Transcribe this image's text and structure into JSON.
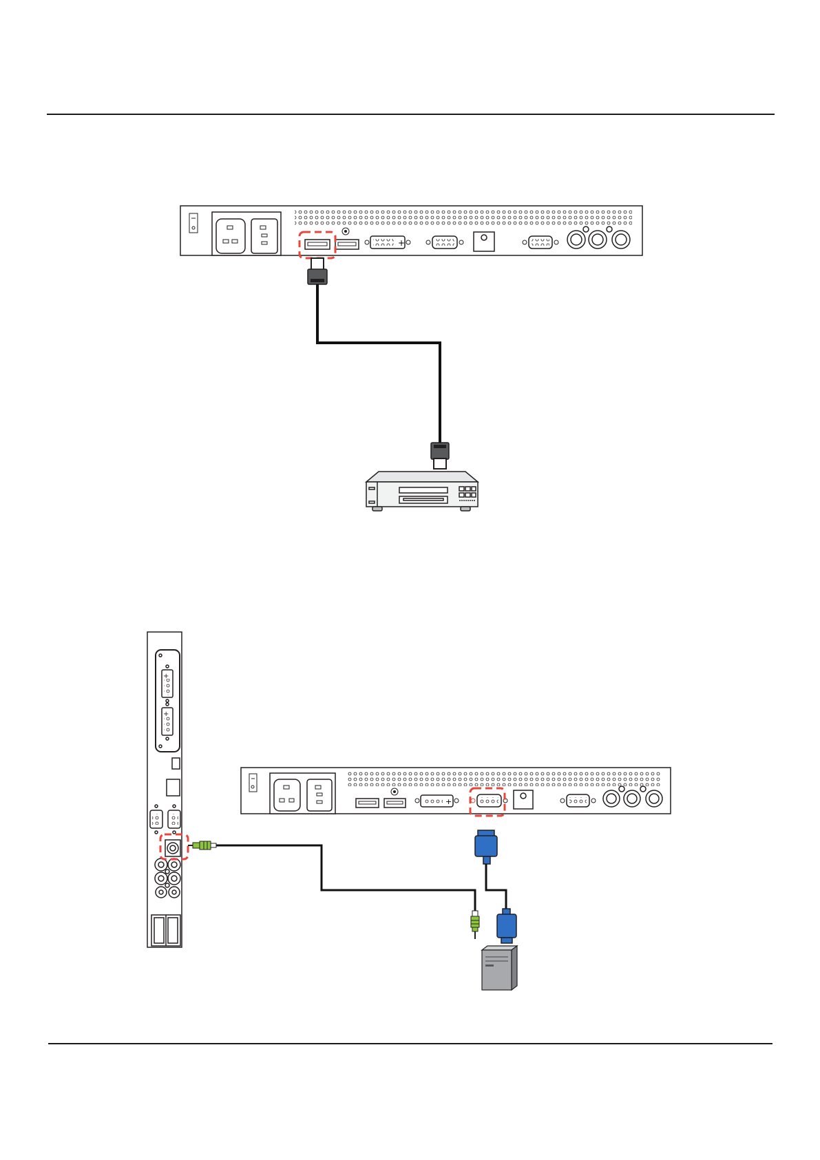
{
  "page": {
    "background": "#ffffff",
    "rule_color": "#1a1a1a"
  },
  "diagrams": [
    {
      "name": "hdmi-connection-diagram",
      "devices": [
        "display-rear-panel",
        "dvd-player"
      ],
      "cable": "hdmi-cable",
      "highlighted_port": "hdmi-port"
    },
    {
      "name": "pc-vga-audio-connection-diagram",
      "devices": [
        "display-side-panel",
        "display-rear-panel",
        "pc-tower"
      ],
      "cables": [
        "audio-cable",
        "vga-cable"
      ],
      "highlighted_ports": [
        "audio-in-port",
        "vga-port"
      ]
    }
  ],
  "colors": {
    "highlight": "#e8453c",
    "vga_connector": "#2f6fc4",
    "audio_plug": "#8cc63f",
    "pc_body": "#a7a9ac",
    "device_stroke": "#231f20",
    "cable": "#111111"
  },
  "icons": [
    "hdmi-plug-icon",
    "vga-plug-icon",
    "audio-jack-icon",
    "dvd-player-icon",
    "pc-tower-icon"
  ]
}
